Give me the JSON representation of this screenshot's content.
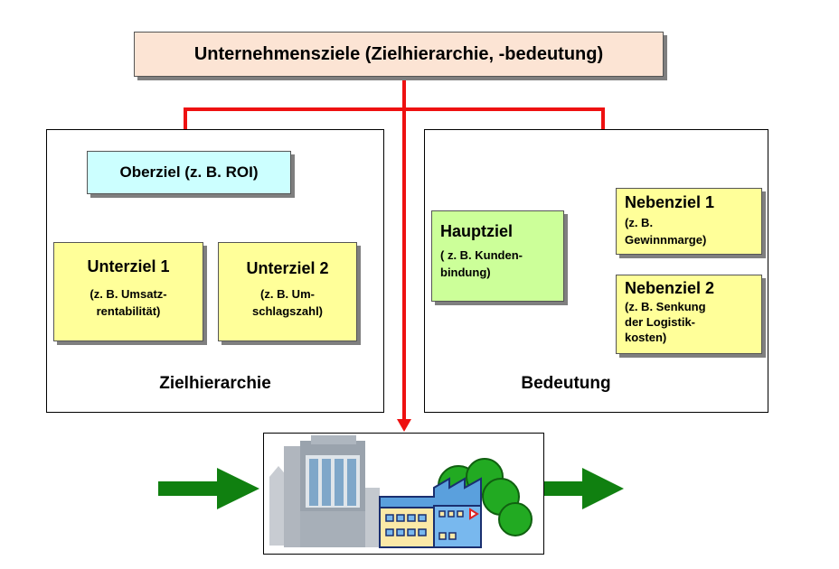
{
  "title": "Unternehmensziele (Zielhierarchie, -bedeutung)",
  "zielhierarchie": {
    "label": "Zielhierarchie",
    "oberziel": "Oberziel (z. B. ROI)",
    "unterziel1": {
      "title": "Unterziel 1",
      "line1": "(z. B. Umsatz-",
      "line2": "rentabilität)"
    },
    "unterziel2": {
      "title": "Unterziel 2",
      "line1": "(z. B. Um-",
      "line2": "schlagszahl)"
    }
  },
  "bedeutung": {
    "label": "Bedeutung",
    "hauptziel": {
      "title": "Hauptziel",
      "line1": "( z. B. Kunden-",
      "line2": "bindung)"
    },
    "nebenziel1": {
      "title": "Nebenziel 1",
      "line1": "(z. B.",
      "line2": "Gewinnmarge)"
    },
    "nebenziel2": {
      "title": "Nebenziel 2",
      "line1": "(z. B. Senkung",
      "line2": "der Logistik-",
      "line3": "kosten)"
    }
  },
  "colors": {
    "connector_red": "#ee1111",
    "connector_blue": "#1a1acc",
    "arrow_green": "#108010",
    "title_fill": "#fce4d4",
    "oberziel_fill": "#ccffff",
    "unterziel_fill": "#ffff99",
    "hauptziel_fill": "#ccff99"
  },
  "icons": [
    "office-building-icon",
    "factory-icon",
    "tree-icon",
    "flow-arrow-icon"
  ]
}
